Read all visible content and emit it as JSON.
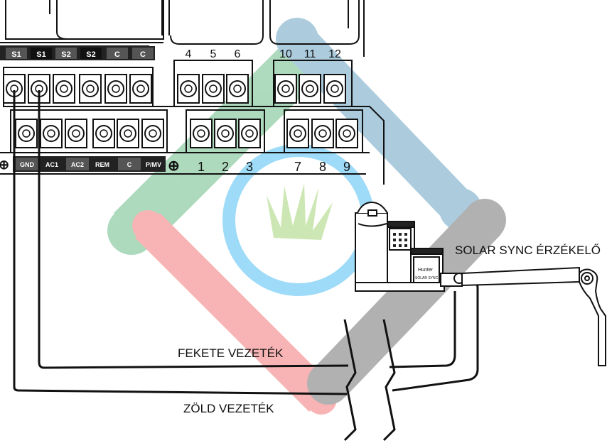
{
  "top_strip_labels": [
    "S1",
    "S1",
    "S2",
    "S2",
    "C",
    "C"
  ],
  "bottom_strip_labels": [
    "GND",
    "AC1",
    "AC2",
    "REM",
    "C",
    "P/MV"
  ],
  "ground_symbol": "⊕",
  "zone_numbers_top": [
    "4",
    "5",
    "6",
    "10",
    "11",
    "12"
  ],
  "zone_numbers_bottom": [
    "1",
    "2",
    "3",
    "7",
    "8",
    "9"
  ],
  "sensor_label": "SOLAR SYNC ÉRZÉKELŐ",
  "black_wire_label": "FEKETE VEZETÉK",
  "green_wire_label": "ZÖLD VEZETÉK",
  "sensor_brand": "Hunter",
  "sensor_model": "SOLAR SYNC",
  "colors": {
    "watermark_green": "#4caf6e",
    "watermark_blue": "#4a90b8",
    "watermark_red": "#f05a5a",
    "watermark_gray": "#555555",
    "watermark_cyan": "#2ab0f0",
    "line": "#111111"
  }
}
